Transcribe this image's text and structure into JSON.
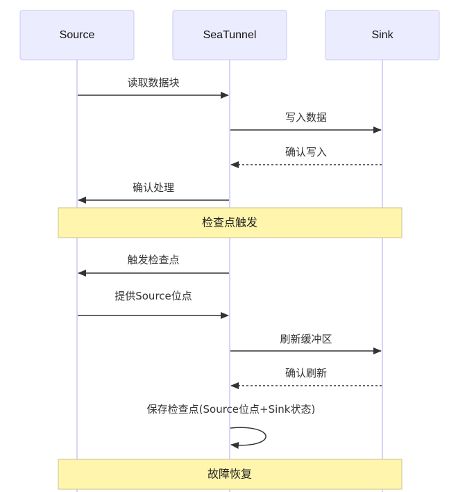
{
  "actors": [
    {
      "id": "source",
      "label": "Source"
    },
    {
      "id": "seatunnel",
      "label": "SeaTunnel"
    },
    {
      "id": "sink",
      "label": "Sink"
    }
  ],
  "messages": [
    {
      "from": "source",
      "to": "seatunnel",
      "label": "读取数据块",
      "style": "solid"
    },
    {
      "from": "seatunnel",
      "to": "sink",
      "label": "写入数据",
      "style": "solid"
    },
    {
      "from": "sink",
      "to": "seatunnel",
      "label": "确认写入",
      "style": "dotted"
    },
    {
      "from": "seatunnel",
      "to": "source",
      "label": "确认处理",
      "style": "solid"
    },
    {
      "note": "检查点触发"
    },
    {
      "from": "seatunnel",
      "to": "source",
      "label": "触发检查点",
      "style": "solid"
    },
    {
      "from": "source",
      "to": "seatunnel",
      "label": "提供Source位点",
      "style": "solid"
    },
    {
      "from": "seatunnel",
      "to": "sink",
      "label": "刷新缓冲区",
      "style": "solid"
    },
    {
      "from": "sink",
      "to": "seatunnel",
      "label": "确认刷新",
      "style": "dotted"
    },
    {
      "from": "seatunnel",
      "to": "seatunnel",
      "label": "保存检查点(Source位点+Sink状态)",
      "style": "solid"
    },
    {
      "note": "故障恢复"
    }
  ]
}
